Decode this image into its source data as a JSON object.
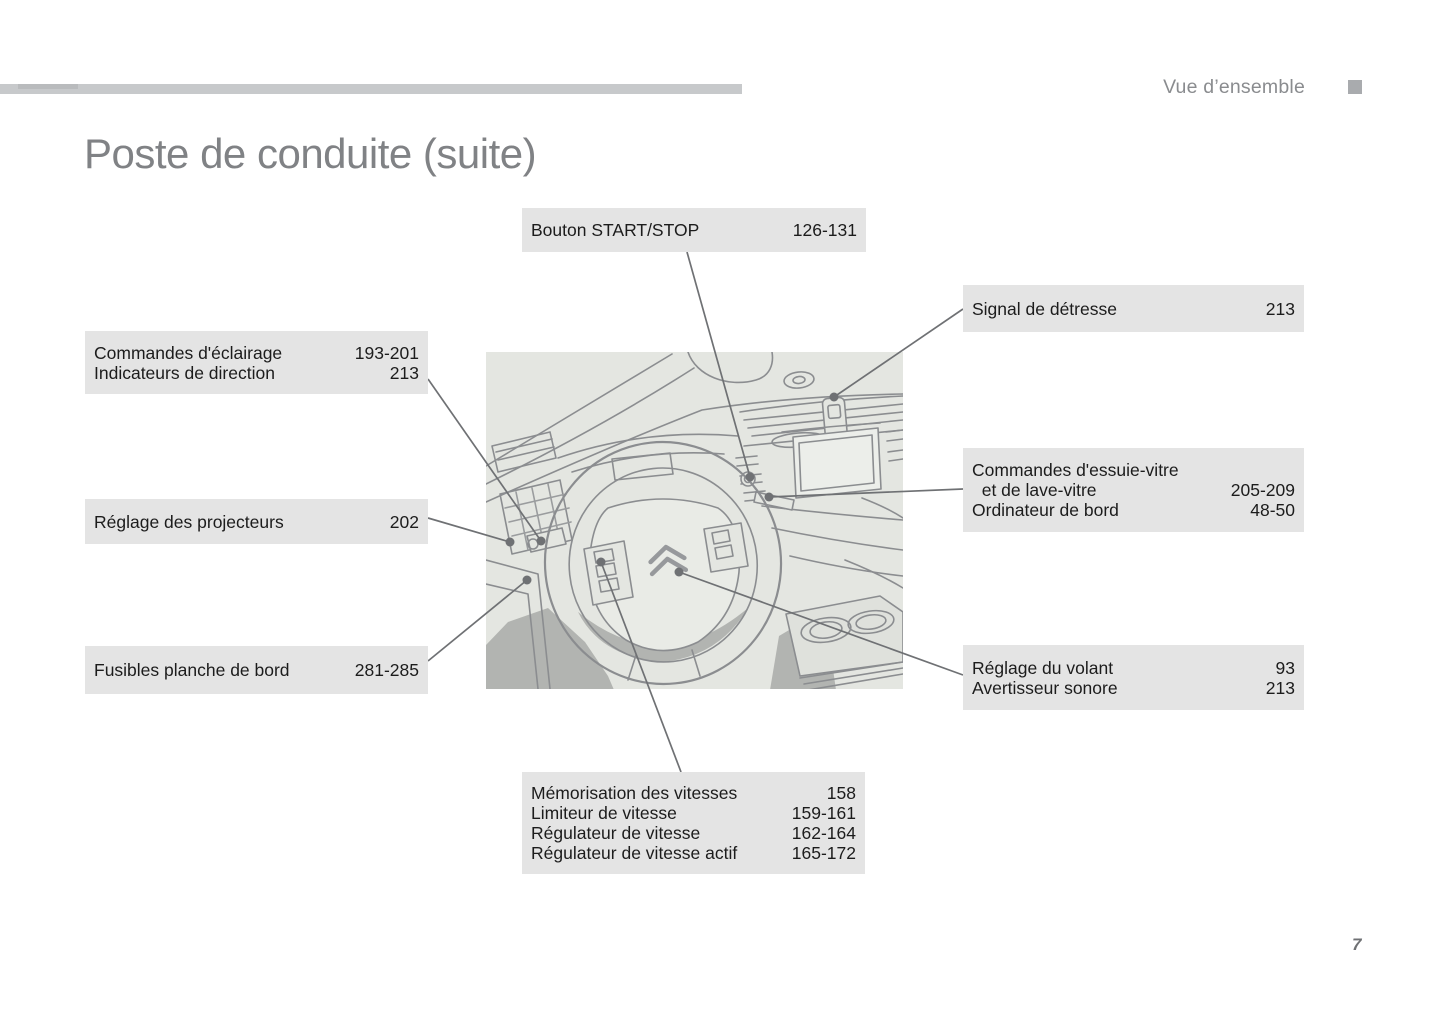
{
  "page": {
    "title": "Poste de conduite (suite)",
    "page_number": "7"
  },
  "header": {
    "section_label": "Vue d’ensemble",
    "section_marker_icon": "section-square-icon"
  },
  "callouts": [
    {
      "id": "bouton-start-stop",
      "entries": [
        {
          "label": "Bouton START/STOP",
          "pages": "126-131"
        }
      ]
    },
    {
      "id": "signal-de-detresse",
      "entries": [
        {
          "label": "Signal de détresse",
          "pages": "213"
        }
      ]
    },
    {
      "id": "commandes-eclairage",
      "entries": [
        {
          "label": "Commandes d'éclairage",
          "pages": "193-201"
        },
        {
          "label": "Indicateurs de direction",
          "pages": "213"
        }
      ]
    },
    {
      "id": "essuie-vitre-ordinateur",
      "entries": [
        {
          "label": "Commandes d'essuie-vitre",
          "pages": ""
        },
        {
          "label": "  et de lave-vitre",
          "pages": "205-209"
        },
        {
          "label": "Ordinateur de bord",
          "pages": "48-50"
        }
      ]
    },
    {
      "id": "reglage-projecteurs",
      "entries": [
        {
          "label": "Réglage des projecteurs",
          "pages": "202"
        }
      ]
    },
    {
      "id": "fusibles-planche-de-bord",
      "entries": [
        {
          "label": "Fusibles planche de bord",
          "pages": "281-285"
        }
      ]
    },
    {
      "id": "volant-avertisseur",
      "entries": [
        {
          "label": "Réglage du volant",
          "pages": "93"
        },
        {
          "label": "Avertisseur sonore",
          "pages": "213"
        }
      ]
    },
    {
      "id": "vitesses",
      "entries": [
        {
          "label": "Mémorisation des vitesses",
          "pages": "158"
        },
        {
          "label": "Limiteur de vitesse",
          "pages": "159-161"
        },
        {
          "label": "Régulateur de vitesse",
          "pages": "162-164"
        },
        {
          "label": "Régulateur de vitesse actif",
          "pages": "165-172"
        }
      ]
    }
  ],
  "diagram": {
    "description": "Illustration du poste de conduite (tableau de bord et volant)",
    "brand_logo_icon": "citroen-double-chevron-icon"
  },
  "colors": {
    "callout_box_fill": "#e4e4e4",
    "diagram_background": "#e4e6e1",
    "line_art_stroke": "#8b8d90",
    "dark_shading": "#b2b4b1",
    "leader_line": "#6f7174",
    "header_rule": "#c7c9cb",
    "title_text": "#808285",
    "body_text": "#1c1c1c"
  }
}
